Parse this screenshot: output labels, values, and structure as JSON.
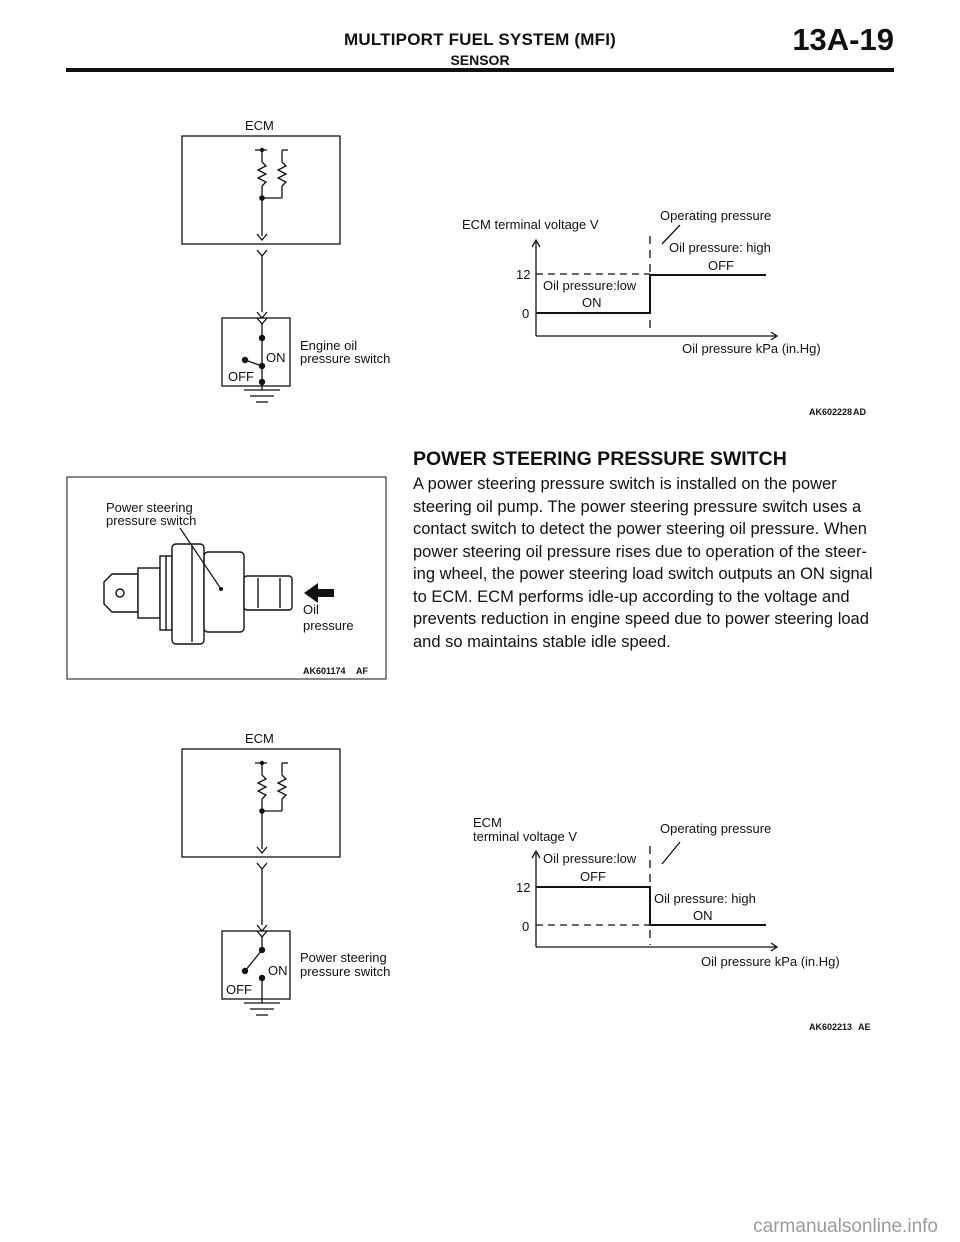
{
  "header": {
    "title": "MULTIPORT FUEL SYSTEM (MFI)",
    "subtitle": "SENSOR",
    "page_number": "13A-19"
  },
  "figure_oil": {
    "ecm_label": "ECM",
    "switch_label_line1": "Engine oil",
    "switch_label_line2": "pressure switch",
    "on_label": "ON",
    "off_label": "OFF",
    "graph_ylabel": "ECM terminal voltage V",
    "graph_xlabel": "Oil pressure kPa (in.Hg)",
    "operating_label": "Operating pressure",
    "high_label": "Oil pressure: high",
    "high_state": "OFF",
    "low_label": "Oil pressure:low",
    "low_state": "ON",
    "tick_12": "12",
    "tick_0": "0",
    "code_main": "AK602228",
    "code_suffix": "AD"
  },
  "figure_ps_switch": {
    "label_line1": "Power steering",
    "label_line2": "pressure switch",
    "oil_line1": "Oil",
    "oil_line2": "pressure",
    "code_main": "AK601174",
    "code_suffix": "AF"
  },
  "section": {
    "heading": "POWER STEERING PRESSURE SWITCH",
    "lines": [
      "A power steering pressure switch is installed on the power",
      "steering oil pump. The power steering pressure switch uses a",
      "contact switch to detect the power steering oil pressure. When",
      "power steering oil pressure rises due to operation of the steer-",
      "ing wheel, the power steering load switch outputs an ON signal",
      "to ECM. ECM performs idle-up according to the voltage and",
      "prevents reduction in engine speed due to power steering load",
      "and so maintains stable idle speed."
    ]
  },
  "figure_ps": {
    "ecm_label": "ECM",
    "switch_label_line1": "Power steering",
    "switch_label_line2": "pressure switch",
    "on_label": "ON",
    "off_label": "OFF",
    "graph_ylabel_line1": "ECM",
    "graph_ylabel_line2": "terminal voltage V",
    "graph_xlabel": "Oil pressure kPa (in.Hg)",
    "operating_label": "Operating pressure",
    "low_label": "Oil pressure:low",
    "low_state": "OFF",
    "high_label": "Oil pressure: high",
    "high_state": "ON",
    "tick_12": "12",
    "tick_0": "0",
    "code_main": "AK602213",
    "code_suffix": "AE"
  },
  "watermark": "carmanualsonline.info"
}
